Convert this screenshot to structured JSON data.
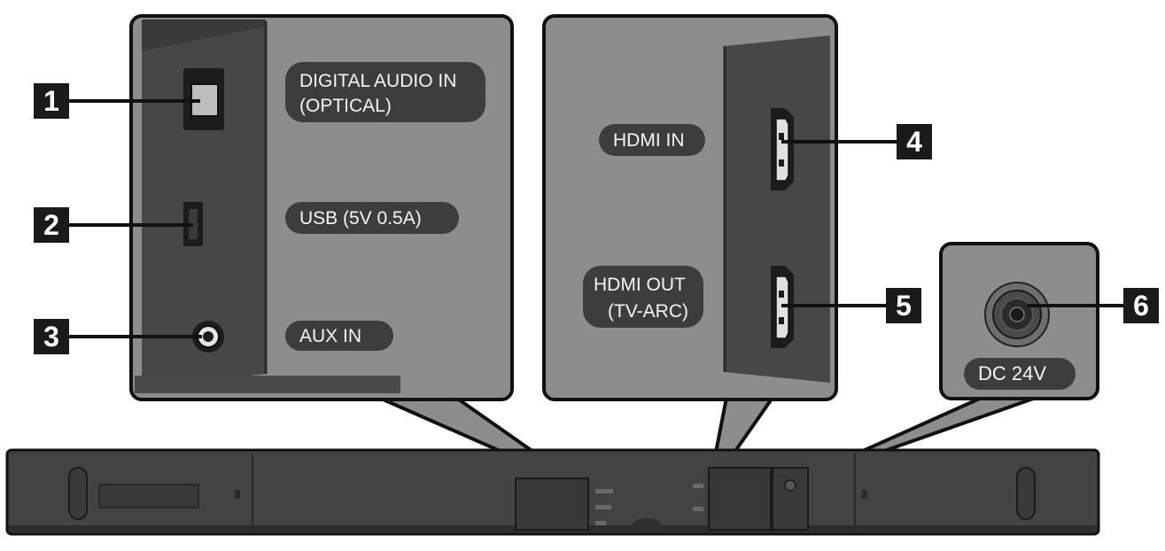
{
  "left_panel": {
    "labels": [
      "DIGITAL AUDIO IN",
      "(OPTICAL)",
      "USB (5V 0.5A)",
      "AUX IN"
    ]
  },
  "middle_panel": {
    "labels": [
      "HDMI IN",
      "HDMI OUT",
      "(TV-ARC)"
    ]
  },
  "right_panel": {
    "label": "DC 24V"
  },
  "callouts": [
    "1",
    "2",
    "3",
    "4",
    "5",
    "6"
  ],
  "icons": [
    "optical-port-icon",
    "usb-port-icon",
    "aux-jack-icon",
    "hdmi-port-icon",
    "dc-power-jack-icon"
  ],
  "colors": {
    "panel_bg": "#8d8d8d",
    "inner_plate": "#474747",
    "label_pill": "#3d3d3d",
    "soundbar_body": "#434343",
    "callout_box": "#1a1a1a",
    "outline": "#111111"
  }
}
